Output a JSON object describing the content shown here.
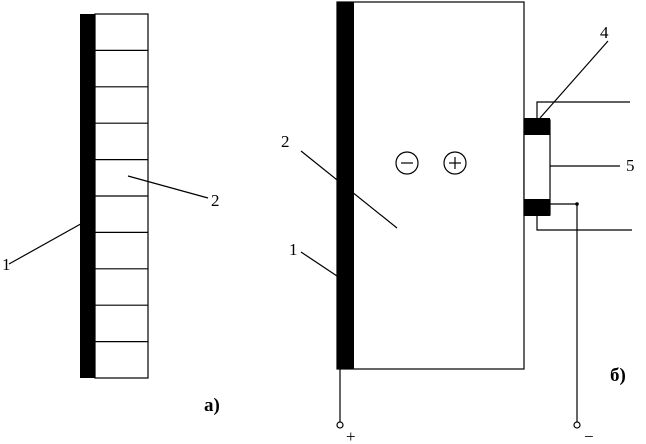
{
  "diagram_a": {
    "segment_count": 10,
    "labels": {
      "electrode": "1",
      "cell": "2"
    },
    "caption": "а)"
  },
  "diagram_b": {
    "labels": {
      "electrode": "1",
      "body": "2",
      "contact": "4",
      "element": "5"
    },
    "charges": {
      "negative": "−",
      "positive": "+"
    },
    "terminals": {
      "positive": "+",
      "negative": "−"
    },
    "caption": "б)"
  },
  "colors": {
    "ink": "#000000",
    "background": "#ffffff"
  }
}
